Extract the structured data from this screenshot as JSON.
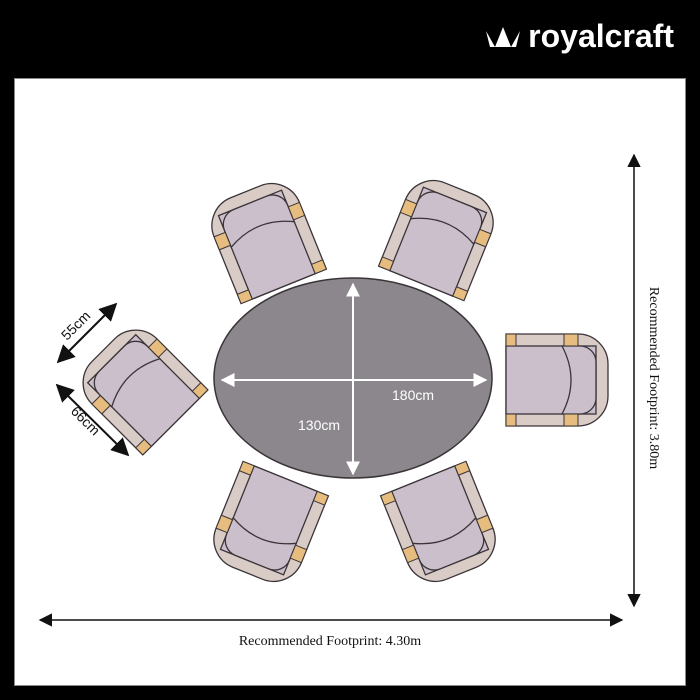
{
  "brand": {
    "name": "royalcraft",
    "icon": "crown-icon"
  },
  "table": {
    "length_label": "180cm",
    "width_label": "130cm"
  },
  "chair": {
    "width_label": "55cm",
    "depth_label": "66cm"
  },
  "footprint": {
    "width_label": "Recommended Footprint: 4.30m",
    "depth_label": "Recommended Footprint: 3.80m"
  },
  "colors": {
    "table": "#8b878d",
    "seat": "#cbbfcc",
    "frame": "#d9cbc6",
    "wood": "#e6bd7e",
    "outline": "#3a3438"
  }
}
